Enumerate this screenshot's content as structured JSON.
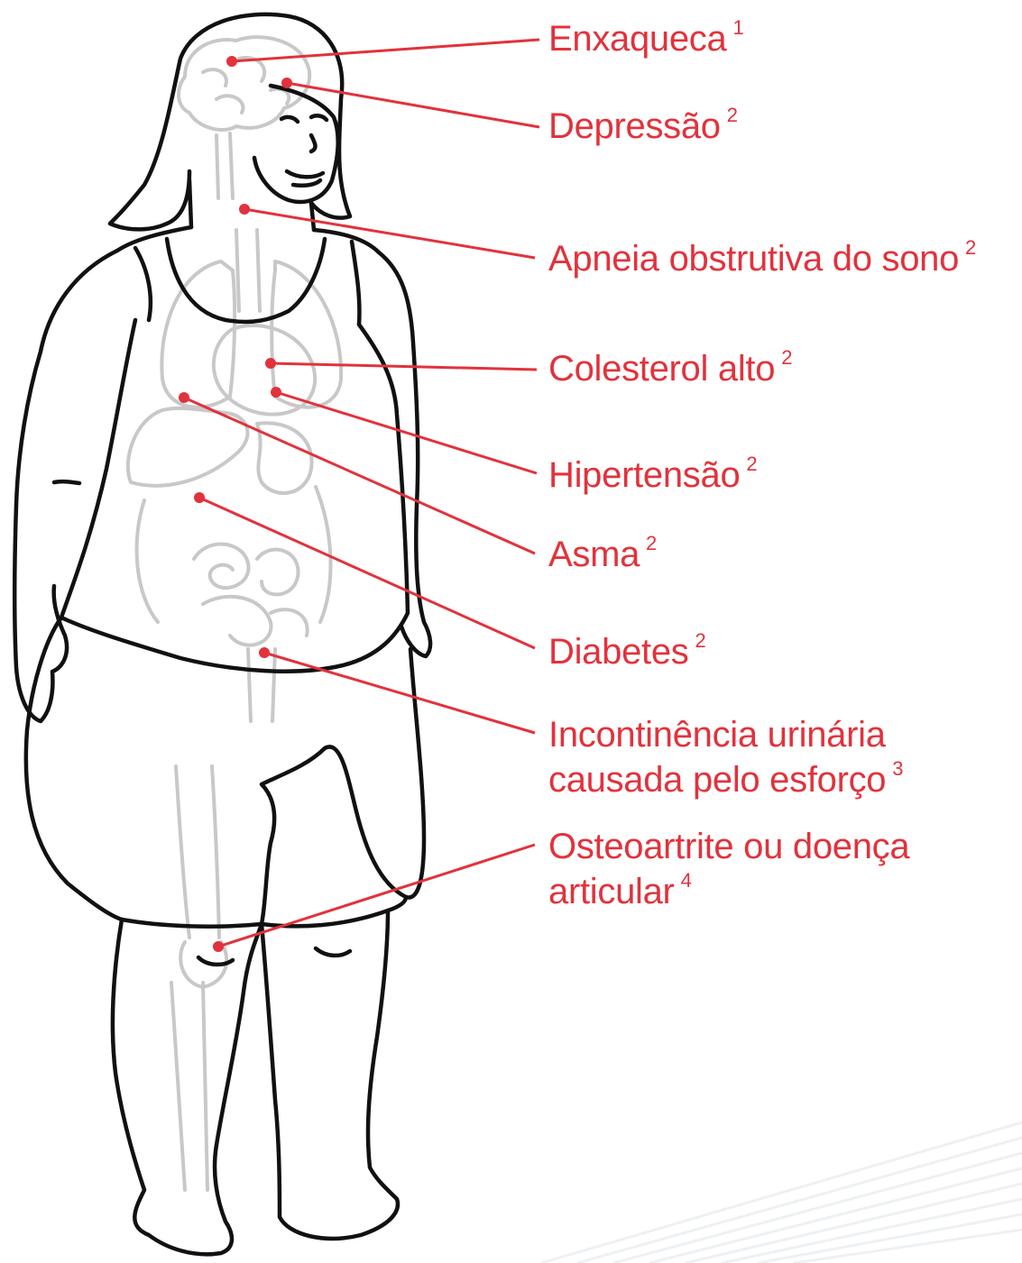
{
  "colors": {
    "accent": "#e2323c",
    "outline": "#111111",
    "organs": "#c8c8c8"
  },
  "labels": [
    {
      "id": "enxaqueca",
      "lines": [
        "Enxaqueca"
      ],
      "ref": "1"
    },
    {
      "id": "depressao",
      "lines": [
        "Depressão"
      ],
      "ref": "2"
    },
    {
      "id": "apneia",
      "lines": [
        "Apneia obstrutiva do sono"
      ],
      "ref": "2"
    },
    {
      "id": "colesterol",
      "lines": [
        "Colesterol alto"
      ],
      "ref": "2"
    },
    {
      "id": "hipertensao",
      "lines": [
        "Hipertensão"
      ],
      "ref": "2"
    },
    {
      "id": "asma",
      "lines": [
        "Asma"
      ],
      "ref": "2"
    },
    {
      "id": "diabetes",
      "lines": [
        "Diabetes"
      ],
      "ref": "2"
    },
    {
      "id": "incontinencia",
      "lines": [
        "Incontinência urinária",
        "causada pelo esforço"
      ],
      "ref": "3"
    },
    {
      "id": "osteoartrite",
      "lines": [
        "Osteoartrite ou doença",
        "articular"
      ],
      "ref": "4"
    }
  ]
}
